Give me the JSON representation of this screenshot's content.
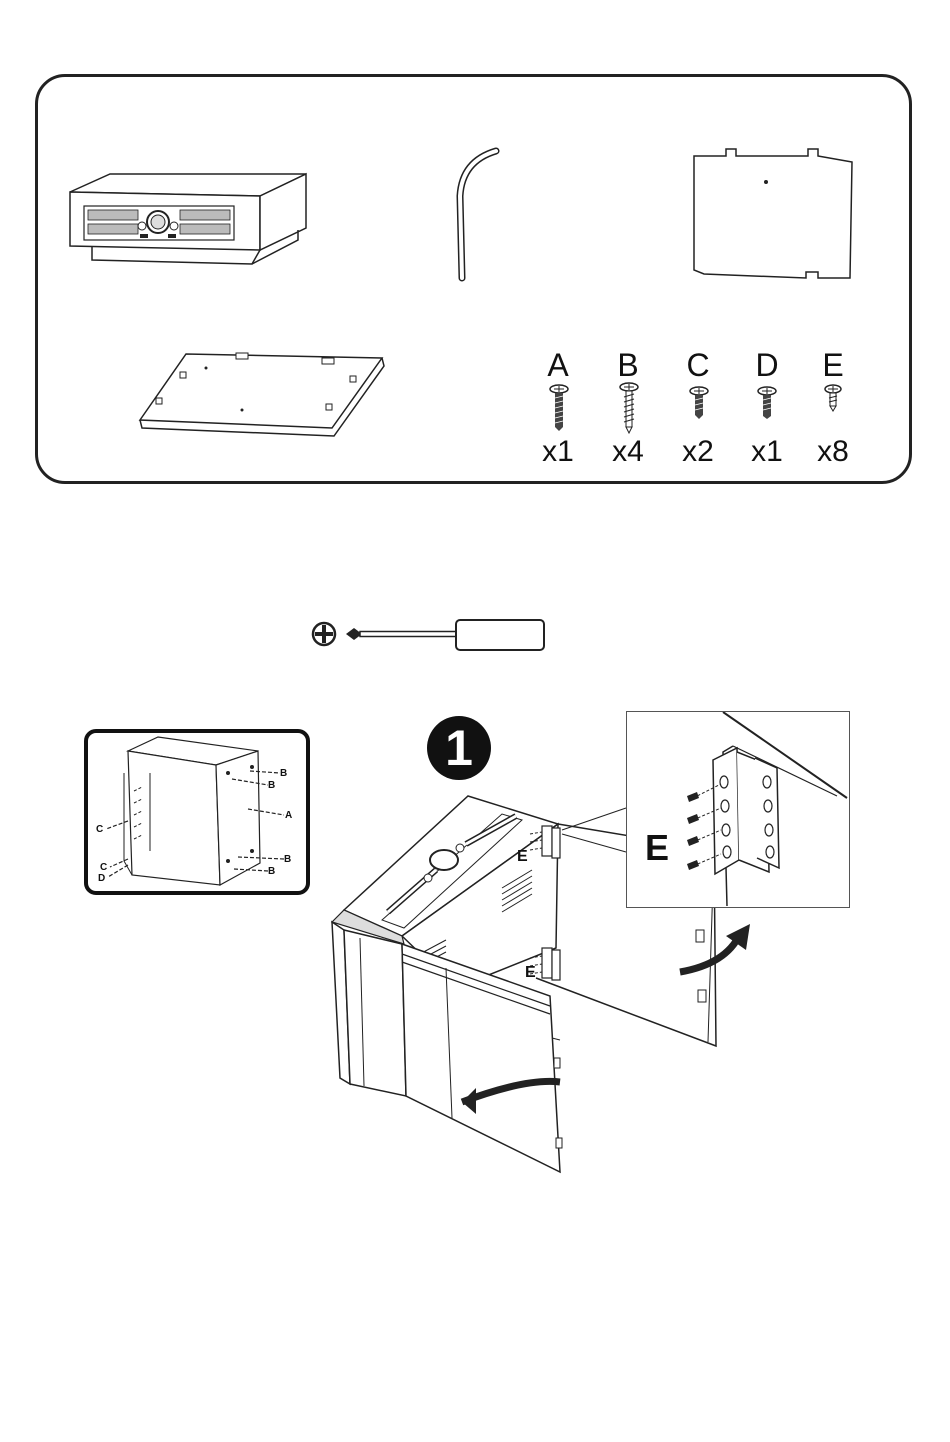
{
  "hardware": [
    {
      "letter": "A",
      "count": "x1",
      "icon": "screw-a-icon"
    },
    {
      "letter": "B",
      "count": "x4",
      "icon": "screw-b-icon"
    },
    {
      "letter": "C",
      "count": "x2",
      "icon": "screw-c-icon"
    },
    {
      "letter": "D",
      "count": "x1",
      "icon": "screw-d-icon"
    },
    {
      "letter": "E",
      "count": "x8",
      "icon": "screw-e-icon"
    }
  ],
  "step": {
    "number": "1"
  },
  "inset_labels": {
    "b1": "B",
    "b2": "B",
    "a": "A",
    "c1": "C",
    "c2": "C",
    "d": "D",
    "b3": "B",
    "b4": "B"
  },
  "main_labels": {
    "e_upper": "E",
    "e_lower": "E"
  },
  "zoom_label": "E",
  "colors": {
    "line": "#222222",
    "background": "#ffffff"
  }
}
